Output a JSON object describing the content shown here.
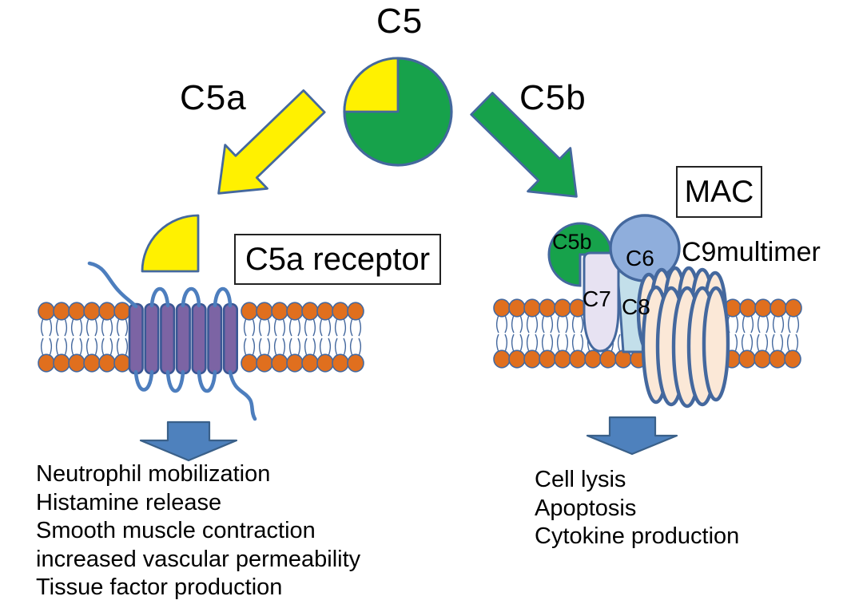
{
  "title": "C5",
  "labels": {
    "c5a_branch": "C5a",
    "c5b_branch": "C5b",
    "receptor_box": "C5a receptor",
    "mac_box": "MAC",
    "c9_multimer": "C9multimer",
    "sub_c5b": "C5b",
    "sub_c6": "C6",
    "sub_c7": "C7",
    "sub_c8": "C8"
  },
  "outcomes_left": [
    "Neutrophil mobilization",
    "Histamine release",
    "Smooth muscle contraction",
    "increased vascular permeability",
    "Tissue factor production"
  ],
  "outcomes_right": [
    "Cell lysis",
    "Apoptosis",
    "Cytokine production"
  ],
  "colors": {
    "green": "#17A24B",
    "yellow": "#FFF100",
    "lipid_orange": "#E06F1E",
    "helix_purple": "#7C64A4",
    "arrow_blue": "#4E81BD",
    "outline_slate": "#44689E",
    "c6_blue": "#8FAEDC",
    "c7_lavender": "#E7E2F2",
    "c8_lightblue": "#C3DFEA",
    "c9_cream": "#FBE8D7"
  }
}
